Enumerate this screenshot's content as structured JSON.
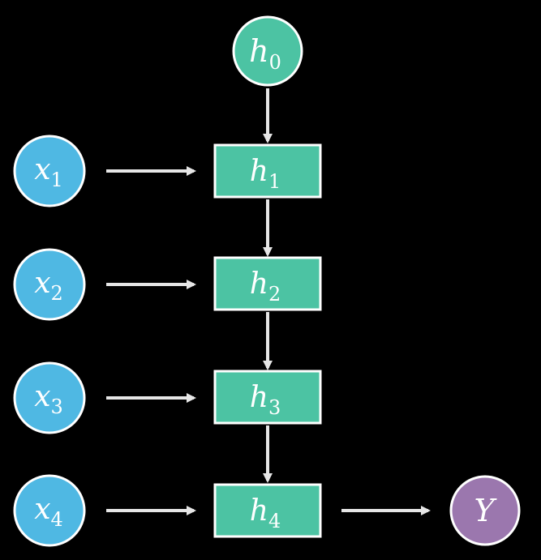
{
  "colors": {
    "background": "#000000",
    "input_node": "#4fb8e3",
    "hidden_node": "#4cc3a3",
    "output_node": "#9b77ae",
    "stroke": "#ffffff",
    "arrow": "#e6e6e6"
  },
  "initial_state": {
    "base": "h",
    "sub": "0"
  },
  "inputs": [
    {
      "base": "x",
      "sub": "1"
    },
    {
      "base": "x",
      "sub": "2"
    },
    {
      "base": "x",
      "sub": "3"
    },
    {
      "base": "x",
      "sub": "4"
    }
  ],
  "hidden_states": [
    {
      "base": "h",
      "sub": "1"
    },
    {
      "base": "h",
      "sub": "2"
    },
    {
      "base": "h",
      "sub": "3"
    },
    {
      "base": "h",
      "sub": "4"
    }
  ],
  "output": {
    "base": "Y",
    "sub": ""
  }
}
